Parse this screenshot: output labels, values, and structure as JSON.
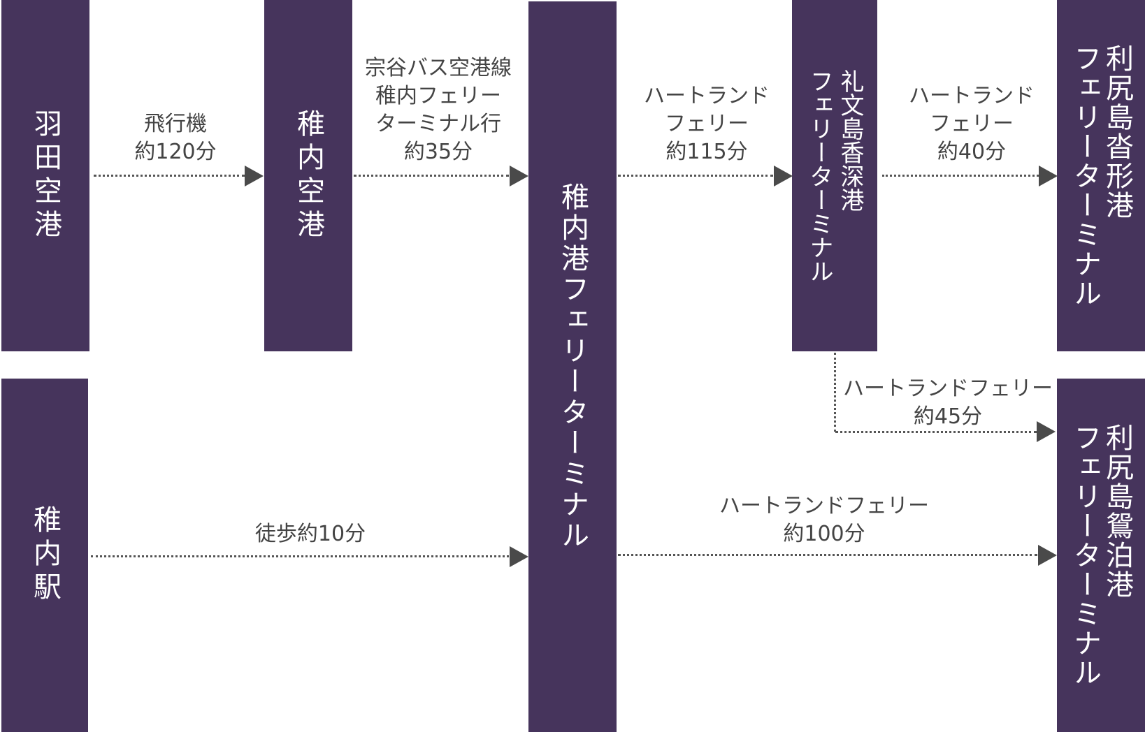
{
  "colors": {
    "box": "#46345c",
    "text": "#444444",
    "arrow": "#4a4a4a"
  },
  "nodes": {
    "haneda": [
      "羽田空港"
    ],
    "wakkanai_airport": [
      "稚内空港"
    ],
    "wakkanai_station": [
      "稚内駅"
    ],
    "wakkanai_port": [
      "稚内港フェリーターミナル"
    ],
    "rebun": [
      "礼文島香深港",
      "フェリーターミナル"
    ],
    "rishiri_kutsugata": [
      "利尻島沓形港",
      "フェリーターミナル"
    ],
    "rishiri_oshidomari": [
      "利尻島鴛泊港",
      "フェリーターミナル"
    ]
  },
  "edges": {
    "haneda_airport": [
      "飛行機",
      "約120分"
    ],
    "airport_port": [
      "宗谷バス空港線",
      "稚内フェリー",
      "ターミナル行",
      "約35分"
    ],
    "port_rebun": [
      "ハートランド",
      "フェリー",
      "約115分"
    ],
    "rebun_kutsugata": [
      "ハートランド",
      "フェリー",
      "約40分"
    ],
    "rebun_oshidomari": [
      "ハートランドフェリー",
      "約45分"
    ],
    "station_port": [
      "徒歩約10分"
    ],
    "port_oshidomari": [
      "ハートランドフェリー",
      "約100分"
    ]
  }
}
